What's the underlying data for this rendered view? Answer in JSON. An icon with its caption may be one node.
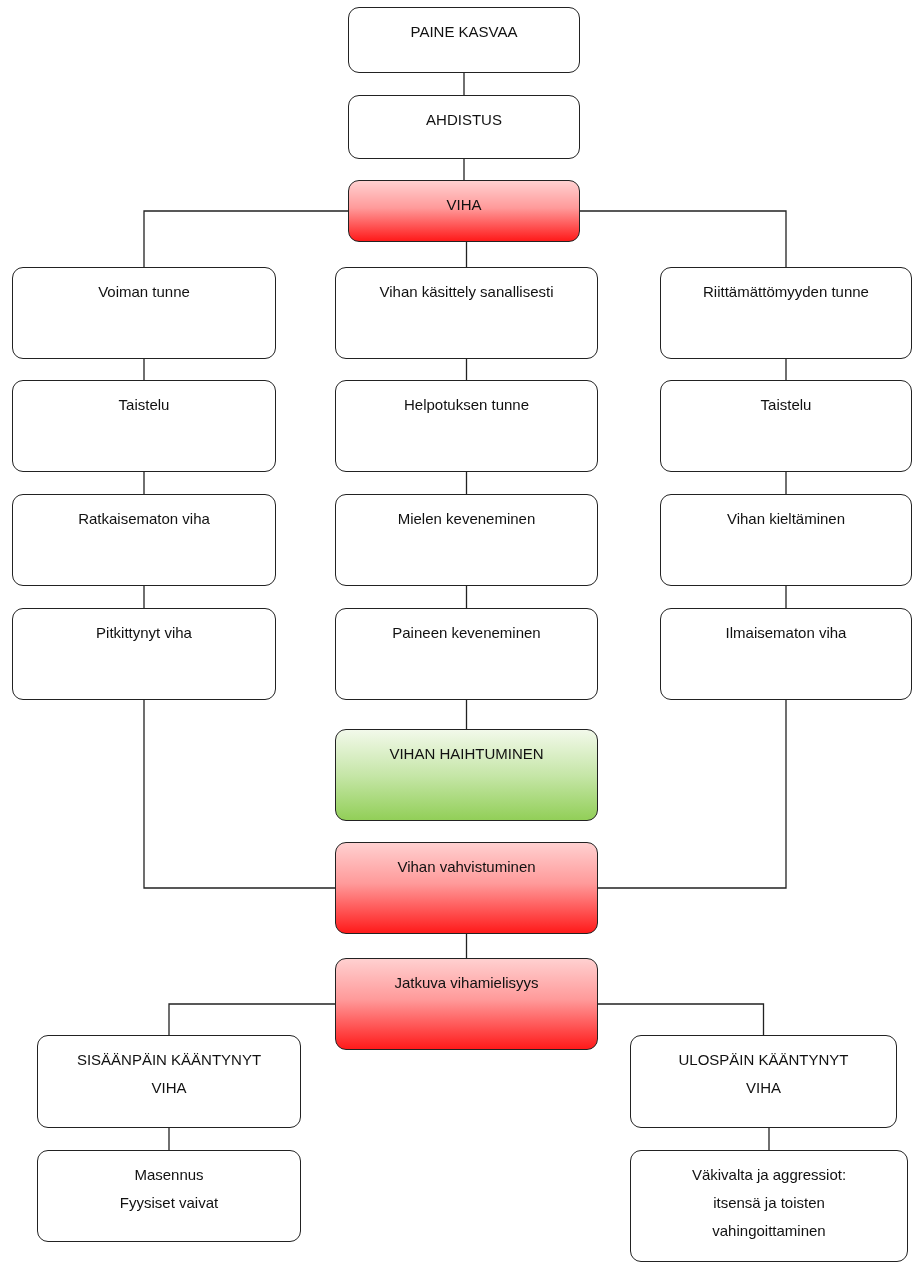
{
  "diagram": {
    "nodes": [
      {
        "text": [
          "PAINE KASVAA"
        ]
      },
      {
        "text": [
          "AHDISTUS"
        ]
      },
      {
        "text": [
          "VIHA"
        ]
      },
      {
        "text": [
          "Voiman tunne"
        ]
      },
      {
        "text": [
          "Vihan käsittely sanallisesti"
        ]
      },
      {
        "text": [
          "Riittämättömyyden tunne"
        ]
      },
      {
        "text": [
          "Taistelu"
        ]
      },
      {
        "text": [
          "Helpotuksen tunne"
        ]
      },
      {
        "text": [
          "Taistelu"
        ]
      },
      {
        "text": [
          "Ratkaisematon viha"
        ]
      },
      {
        "text": [
          "Mielen keveneminen"
        ]
      },
      {
        "text": [
          "Vihan kieltäminen"
        ]
      },
      {
        "text": [
          "Pitkittynyt viha"
        ]
      },
      {
        "text": [
          "Paineen keveneminen"
        ]
      },
      {
        "text": [
          "Ilmaisematon viha"
        ]
      },
      {
        "text": [
          "VIHAN HAIHTUMINEN"
        ]
      },
      {
        "text": [
          "Vihan vahvistuminen"
        ]
      },
      {
        "text": [
          "Jatkuva vihamielisyys"
        ]
      },
      {
        "text": [
          "SISÄÄNPÄIN KÄÄNTYNYT VIHA"
        ]
      },
      {
        "text": [
          "ULOSPÄIN KÄÄNTYNYT VIHA"
        ]
      },
      {
        "text": [
          "Masennus",
          "Fyysiset vaivat"
        ]
      },
      {
        "text": [
          "Väkivalta ja aggressiot: itsensä ja toisten vahingoittaminen"
        ]
      }
    ],
    "edges": [
      {
        "from": 0,
        "to": 1,
        "arrow": "none"
      },
      {
        "from": 1,
        "to": 2,
        "arrow": "none"
      },
      {
        "from": 2,
        "to": 3,
        "arrow": "none"
      },
      {
        "from": 2,
        "to": 4,
        "arrow": "none"
      },
      {
        "from": 2,
        "to": 5,
        "arrow": "none"
      },
      {
        "from": 3,
        "to": 6,
        "arrow": "none"
      },
      {
        "from": 4,
        "to": 7,
        "arrow": "none"
      },
      {
        "from": 5,
        "to": 8,
        "arrow": "none"
      },
      {
        "from": 6,
        "to": 9,
        "arrow": "none"
      },
      {
        "from": 7,
        "to": 10,
        "arrow": "none"
      },
      {
        "from": 8,
        "to": 11,
        "arrow": "none"
      },
      {
        "from": 9,
        "to": 12,
        "arrow": "none"
      },
      {
        "from": 10,
        "to": 13,
        "arrow": "none"
      },
      {
        "from": 11,
        "to": 14,
        "arrow": "none"
      },
      {
        "from": 13,
        "to": 15,
        "arrow": "none"
      },
      {
        "from": 12,
        "to": 16,
        "arrow": "none"
      },
      {
        "from": 14,
        "to": 16,
        "arrow": "none"
      },
      {
        "from": 16,
        "to": 17,
        "arrow": "none"
      },
      {
        "from": 17,
        "to": 18,
        "arrow": "none"
      },
      {
        "from": 17,
        "to": 19,
        "arrow": "none"
      },
      {
        "from": 18,
        "to": 20,
        "arrow": "none"
      },
      {
        "from": 19,
        "to": 21,
        "arrow": "none"
      }
    ]
  }
}
